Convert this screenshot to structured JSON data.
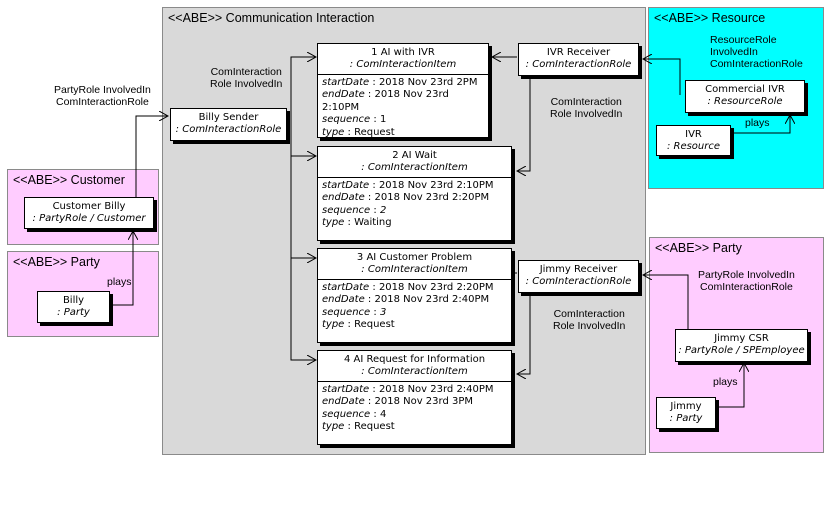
{
  "packages": {
    "communication": "<<ABE>> Communication Interaction",
    "resource": "<<ABE>> Resource",
    "customer": "<<ABE>> Customer",
    "party_left": "<<ABE>> Party",
    "party_right": "<<ABE>> Party"
  },
  "objects": {
    "billy_sender": {
      "name": "Billy Sender",
      "type": ": ComInteractionRole"
    },
    "ivr_receiver": {
      "name": "IVR Receiver",
      "type": ": ComInteractionRole"
    },
    "jimmy_receiver": {
      "name": "Jimmy Receiver",
      "type": ": ComInteractionRole"
    },
    "commercial_ivr": {
      "name": "Commercial IVR",
      "type": ": ResourceRole"
    },
    "ivr": {
      "name": "IVR",
      "type": ": Resource"
    },
    "customer_billy": {
      "name": "Customer Billy",
      "type": ": PartyRole / Customer"
    },
    "billy": {
      "name": "Billy",
      "type": ": Party"
    },
    "jimmy_csr": {
      "name": "Jimmy CSR",
      "type": ": PartyRole / SPEmployee"
    },
    "jimmy": {
      "name": "Jimmy",
      "type": ": Party"
    }
  },
  "items": [
    {
      "name": "1 AI with IVR",
      "type": ": ComInteractionItem",
      "start": "2018 Nov 23rd 2PM",
      "end": "2018 Nov 23rd 2:10PM",
      "sequence": "1",
      "itype": "Request"
    },
    {
      "name": "2 AI Wait",
      "type": ": ComInteractionItem",
      "start": "2018 Nov 23rd 2:10PM",
      "end": "2018 Nov 23rd 2:20PM",
      "sequence": "2",
      "itype": "Waiting"
    },
    {
      "name": "3 AI Customer Problem",
      "type": ": ComInteractionItem",
      "start": "2018 Nov 23rd 2:20PM",
      "end": "2018 Nov 23rd 2:40PM",
      "sequence": "3",
      "itype": "Request"
    },
    {
      "name": "4 AI Request for Information",
      "type": ": ComInteractionItem",
      "start": "2018 Nov 23rd 2:40PM",
      "end": "2018 Nov 23rd 3PM",
      "sequence": "4",
      "itype": "Request"
    }
  ],
  "attr_names": {
    "start": "startDate",
    "end": "endDate",
    "sequence": "sequence",
    "type": "type"
  },
  "labels": {
    "partyrole_involvedin_1": "PartyRole InvolvedIn",
    "partyrole_involvedin_2": "ComInteractionRole",
    "cominteraction_role_1": "ComInteraction",
    "cominteraction_role_2": "Role InvolvedIn",
    "ivr_link_1": "ComInteraction",
    "ivr_link_2": "Role InvolvedIn",
    "jimmy_link_1": "ComInteraction",
    "jimmy_link_2": "Role InvolvedIn",
    "resource_role_1": "ResourceRole",
    "resource_role_2": "InvolvedIn",
    "resource_role_3": "ComInteractionRole",
    "party_right_1": "PartyRole InvolvedIn",
    "party_right_2": "ComInteractionRole",
    "plays_left": "plays",
    "plays_resource": "plays",
    "plays_right": "plays"
  },
  "colors": {
    "pink": "#ffccff",
    "cyan": "#00ffff",
    "gray": "#d9d9d9"
  }
}
